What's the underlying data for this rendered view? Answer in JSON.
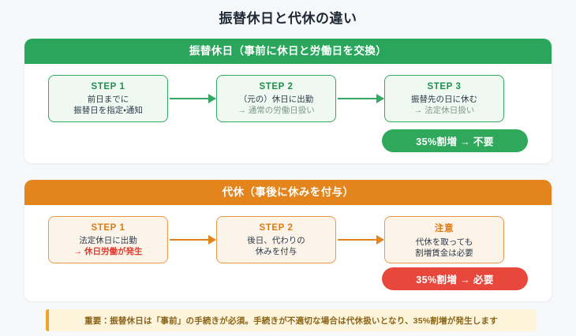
{
  "title": "振替休日と代休の違い",
  "sections": [
    {
      "id": "furikae",
      "header": "振替休日（事前に休日と労働日を交換）",
      "accent": "#2aa65c",
      "steps": [
        {
          "title": "STEP 1",
          "lines": [
            "前日までに",
            "振替日を指定・通知"
          ]
        },
        {
          "title": "STEP 2",
          "lines": [
            "（元の）休日に出勤",
            "→ 通常の労働日扱い"
          ]
        },
        {
          "title": "STEP 3",
          "lines": [
            "振替先の日に休む",
            "→ 法定休日扱い"
          ]
        }
      ],
      "pill": "35%割増 → 不要",
      "pill_color": "#2fa85c"
    },
    {
      "id": "daikyu",
      "header": "代休（事後に休みを付与）",
      "accent": "#e3841d",
      "steps": [
        {
          "title": "STEP 1",
          "lines": [
            "法定休日に出勤",
            "→ 休日労働が発生"
          ]
        },
        {
          "title": "STEP 2",
          "lines": [
            "後日、代わりの",
            "休みを付与"
          ]
        },
        {
          "title": "注意",
          "lines": [
            "代休を取っても",
            "割増賃金は必要"
          ]
        }
      ],
      "pill": "35%割増 → 必要",
      "pill_color": "#e8483c"
    }
  ],
  "note": "重要：振替休日は「事前」の手続きが必須。手続きが不適切な場合は代休扱いとなり、35%割増が発生します"
}
